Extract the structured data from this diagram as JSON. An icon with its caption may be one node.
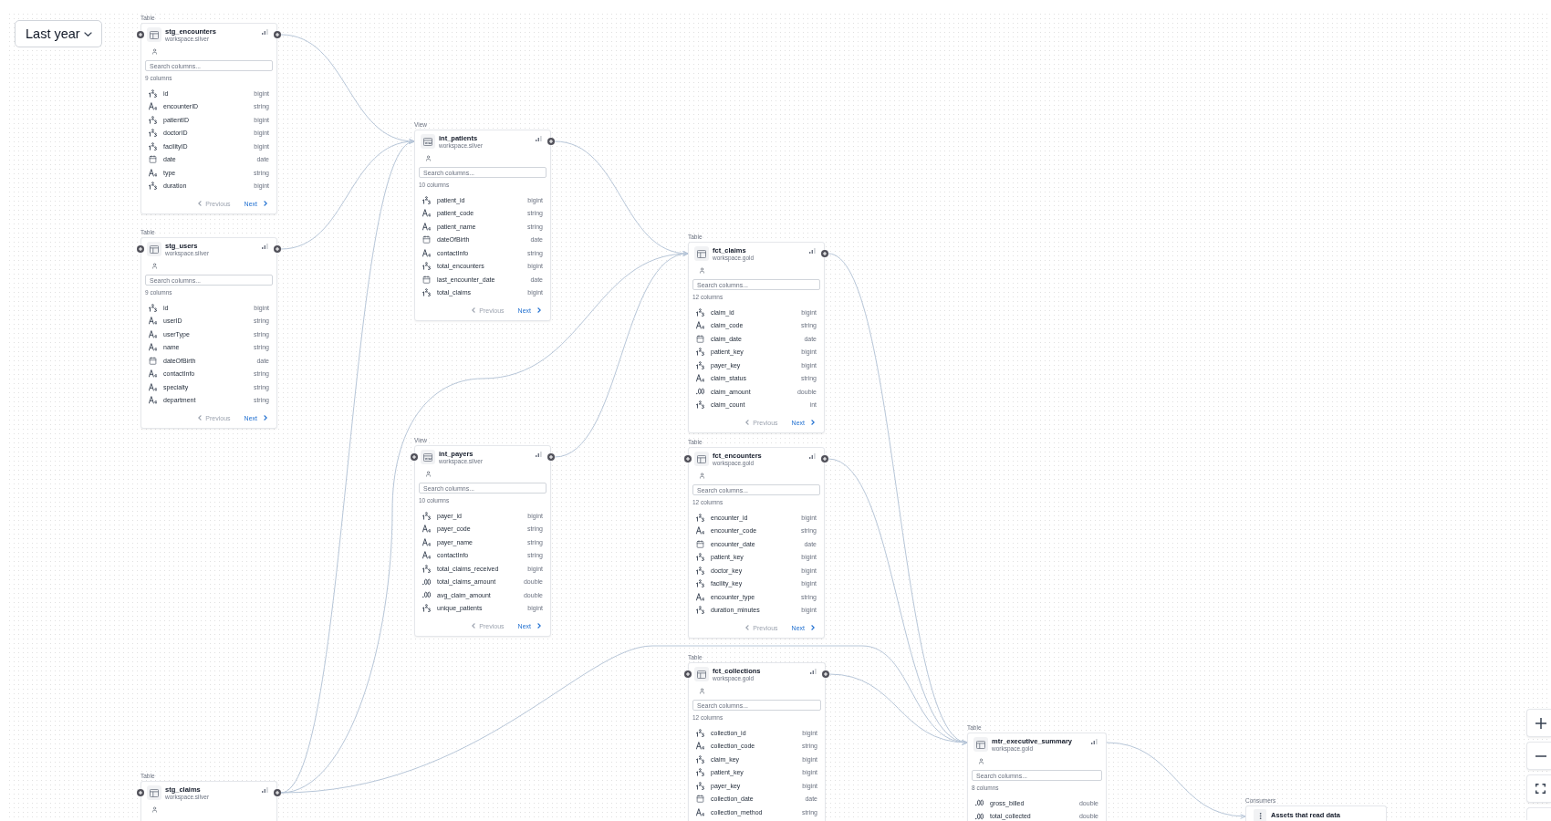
{
  "diagram": {
    "nodes": [
      {
        "text": [
          "Table",
          "stg_encounters",
          "workspace.silver",
          "Search columns...",
          "9 columns",
          "id",
          "bigint",
          "encounterID",
          "string",
          "patientID",
          "bigint",
          "doctorID",
          "bigint",
          "facilityID",
          "bigint",
          "date",
          "date",
          "type",
          "string",
          "duration",
          "bigint",
          "Previous",
          "Next"
        ]
      },
      {
        "text": [
          "Table",
          "stg_users",
          "workspace.silver",
          "Search columns...",
          "9 columns",
          "id",
          "bigint",
          "userID",
          "string",
          "userType",
          "string",
          "name",
          "string",
          "dateOfBirth",
          "date",
          "contactInfo",
          "string",
          "specialty",
          "string",
          "department",
          "string",
          "Previous",
          "Next"
        ]
      },
      {
        "text": [
          "Table",
          "stg_claims",
          "workspace.silver"
        ]
      },
      {
        "text": [
          "View",
          "int_patients",
          "workspace.silver",
          "Search columns...",
          "10 columns",
          "patient_id",
          "bigint",
          "patient_code",
          "string",
          "patient_name",
          "string",
          "dateOfBirth",
          "date",
          "contactInfo",
          "string",
          "total_encounters",
          "bigint",
          "last_encounter_date",
          "date",
          "total_claims",
          "bigint",
          "Previous",
          "Next"
        ]
      },
      {
        "text": [
          "View",
          "int_payers",
          "workspace.silver",
          "Search columns...",
          "10 columns",
          "payer_id",
          "bigint",
          "payer_code",
          "string",
          "payer_name",
          "string",
          "contactInfo",
          "string",
          "total_claims_received",
          "bigint",
          "total_claims_amount",
          "double",
          "avg_claim_amount",
          "double",
          "unique_patients",
          "bigint",
          "Previous",
          "Next"
        ]
      },
      {
        "text": [
          "Table",
          "fct_claims",
          "workspace.gold",
          "Search columns...",
          "12 columns",
          "claim_id",
          "bigint",
          "claim_code",
          "string",
          "claim_date",
          "date",
          "patient_key",
          "bigint",
          "payer_key",
          "bigint",
          "claim_status",
          "string",
          "claim_amount",
          "double",
          "claim_count",
          "int",
          "Previous",
          "Next"
        ]
      },
      {
        "text": [
          "Table",
          "fct_encounters",
          "workspace.gold",
          "Search columns...",
          "12 columns",
          "encounter_id",
          "bigint",
          "encounter_code",
          "string",
          "encounter_date",
          "date",
          "patient_key",
          "bigint",
          "doctor_key",
          "bigint",
          "facility_key",
          "bigint",
          "encounter_type",
          "string",
          "duration_minutes",
          "bigint",
          "Previous",
          "Next"
        ]
      },
      {
        "text": [
          "Table",
          "fct_collections",
          "workspace.gold",
          "Search columns...",
          "12 columns",
          "collection_id",
          "bigint",
          "collection_code",
          "string",
          "claim_key",
          "bigint",
          "patient_key",
          "bigint",
          "payer_key",
          "bigint",
          "collection_date",
          "date",
          "collection_method",
          "string"
        ]
      },
      {
        "text": [
          "Table",
          "mtr_executive_summary",
          "workspace.gold",
          "Search columns...",
          "8 columns",
          "gross_billed",
          "double",
          "total_collected",
          "double"
        ]
      },
      {
        "text": [
          "Consumers",
          "Assets that read data"
        ]
      }
    ],
    "edges": [
      {
        "from": 0,
        "to": 3,
        "arrow": "to"
      },
      {
        "from": 1,
        "to": 3,
        "arrow": "to"
      },
      {
        "from": 2,
        "to": 3,
        "arrow": "to"
      },
      {
        "from": 2,
        "to": 5,
        "arrow": "to"
      },
      {
        "from": 3,
        "to": 5,
        "arrow": "to"
      },
      {
        "from": 4,
        "to": 5,
        "arrow": "to"
      },
      {
        "from": 2,
        "to": 8,
        "arrow": "to"
      },
      {
        "from": 5,
        "to": 8,
        "arrow": "to"
      },
      {
        "from": 6,
        "to": 8,
        "arrow": "to"
      },
      {
        "from": 7,
        "to": 8,
        "arrow": "to"
      },
      {
        "from": 8,
        "to": 9,
        "arrow": "to"
      }
    ],
    "labels": [
      "Last year"
    ]
  }
}
